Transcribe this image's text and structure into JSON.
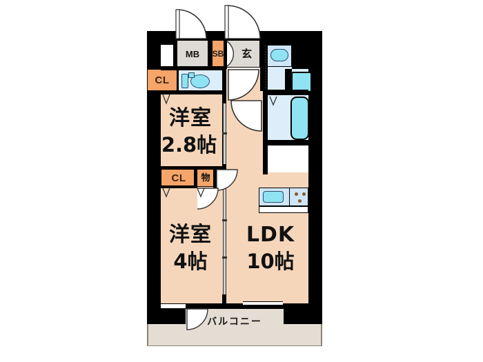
{
  "plan": {
    "type": "floor-plan",
    "unit_layout": "2K / 2LDK style Japanese apartment floor plan",
    "rooms": [
      {
        "id": "bedroom-upper",
        "name": "洋室",
        "size": "2.8帖"
      },
      {
        "id": "bedroom-lower",
        "name": "洋室",
        "size": "4帖"
      },
      {
        "id": "ldk",
        "name": "LDK",
        "size": "10帖"
      }
    ],
    "labels": {
      "meter_box": "MB",
      "shoe_box": "SB",
      "entrance": "玄",
      "closet_top": "CL",
      "closet_mid": "CL",
      "storage": "物",
      "balcony": "バルコニー"
    },
    "fixtures": [
      {
        "name": "toilet"
      },
      {
        "name": "wash-basin"
      },
      {
        "name": "washing-machine"
      },
      {
        "name": "bathtub"
      },
      {
        "name": "kitchen-sink"
      },
      {
        "name": "gas-stove"
      }
    ],
    "colors": {
      "wall": "#000000",
      "room_floor": "#f6d6ba",
      "closet": "#f5a46a",
      "water_area": "#ddeefa",
      "fixture": "#8fe3f2",
      "balcony": "#e3ddd3",
      "service_area": "#ddd9d4"
    }
  }
}
